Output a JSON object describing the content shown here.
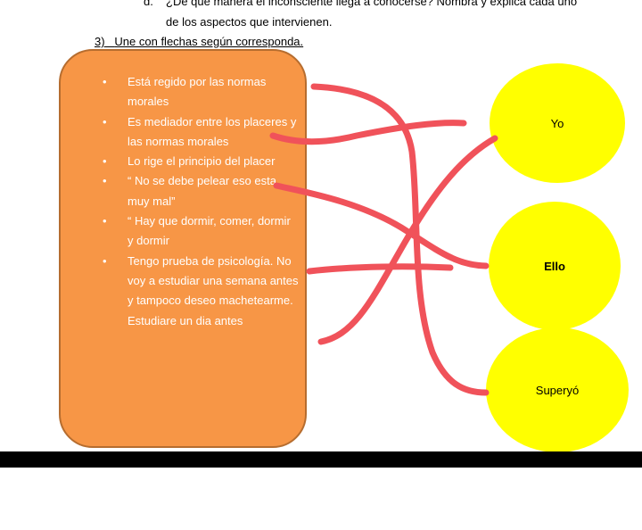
{
  "question_d": {
    "marker": "d.",
    "line1": "¿De qué manera el inconsciente llega a conocerse? Nombra y explica cada uno",
    "line2": "de los aspectos que intervienen."
  },
  "question_3": {
    "number": "3)",
    "text": "Une con flechas según corresponda."
  },
  "items": [
    "Está regido por las normas morales",
    "Es mediador entre los placeres y las normas morales",
    "Lo rige el principio del placer",
    "“ No se debe pelear eso esta muy mal”",
    "“ Hay que dormir, comer, dormir y dormir",
    "Tengo prueba de psicología. No voy a estudiar una semana antes y tampoco deseo machetearme. Estudiare un dia antes"
  ],
  "targets": {
    "yo": "Yo",
    "ello": "Ello",
    "superyo": "Superyó"
  },
  "colors": {
    "box": "#f79646",
    "ellipse": "#ffff00",
    "line": "#f0525a"
  }
}
